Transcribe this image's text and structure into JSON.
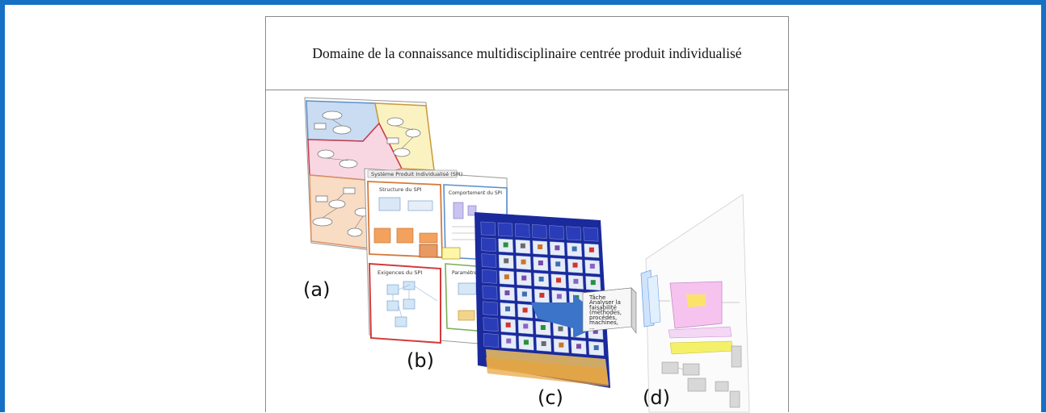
{
  "title": "Domaine de la connaissance multidisciplinaire centrée produit individualisé",
  "panel_a": {
    "label": "(a)",
    "sub_title": "Système Produit Individualisé (SPI)"
  },
  "panel_b": {
    "label": "(b)",
    "structure_title": "Structure du SPI",
    "comportement_title": "Comportement du SPI",
    "exigences_title": "Exigences du SPI",
    "parametres_title": "Paramètres du SP"
  },
  "panel_c": {
    "label": "(c)",
    "task_box_lines": [
      "Tâche",
      "Analyser la",
      "faisabilité",
      "(méthodes,",
      "procédés,",
      "machines,",
      "..."
    ]
  },
  "panel_d": {
    "label": "(d)"
  },
  "colors": {
    "frame_border": "#1670c4",
    "matrix_blue": "#1a2a9c",
    "arrow_blue": "#3b74c8",
    "zone_blue": "#c9dcf2",
    "zone_yellow": "#fbf2c2",
    "zone_pink": "#f8d7e3",
    "zone_orange": "#f9dcc4",
    "pink_block": "#f6c3ee",
    "yellow_band": "#f4f06a"
  }
}
